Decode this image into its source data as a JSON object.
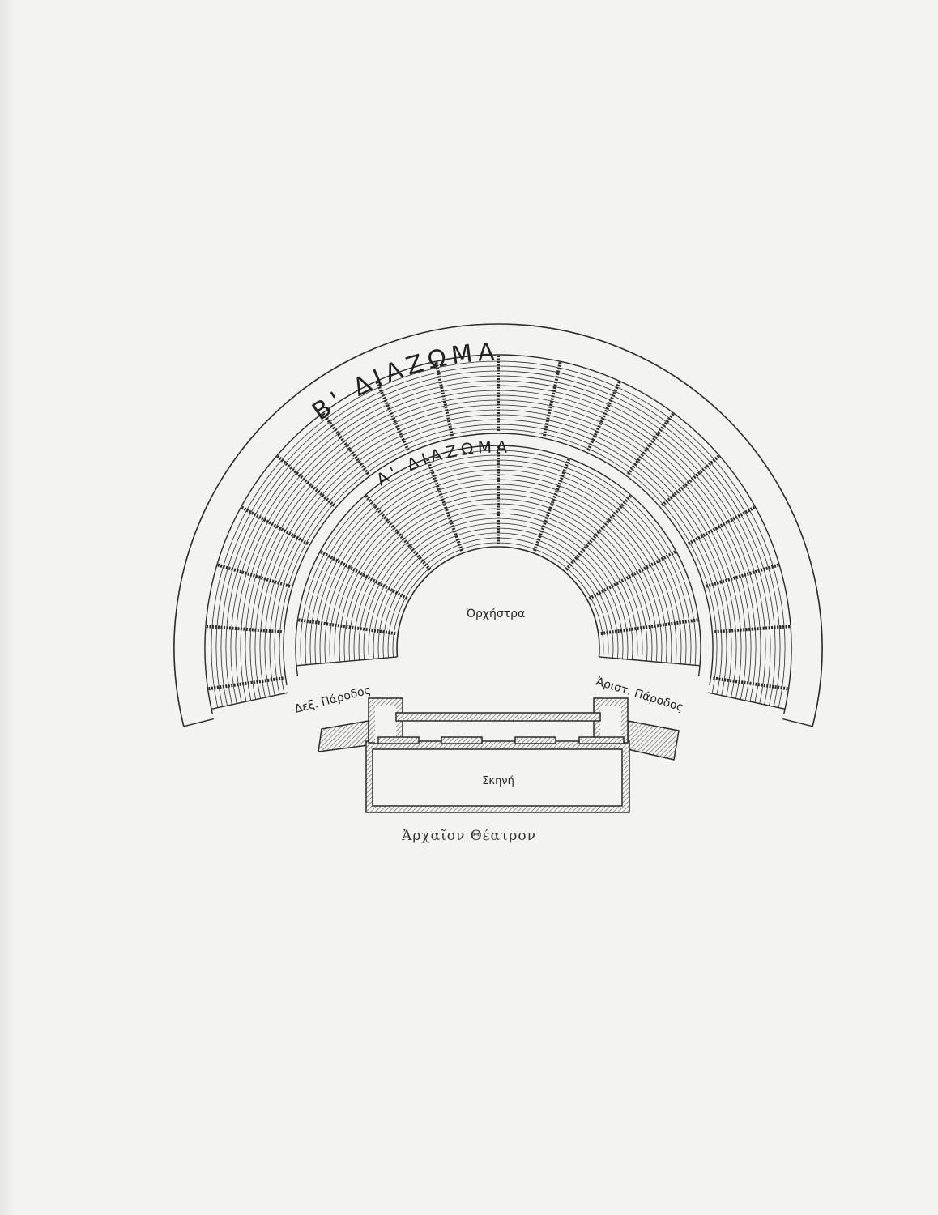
{
  "diagram": {
    "labels": {
      "upper_diazoma": "Β' ΔΙΑΖΩΜΑ",
      "lower_diazoma": "Α' ΔΙΑΖΩΜΑ",
      "orchestra": "Ὀρχήστρα",
      "right_parodos": "Δεξ. Πάροδος",
      "left_parodos": "Ἀριστ. Πάροδος",
      "skene": "Σκηνή"
    },
    "caption": "Ἀρχαῖον Θέατρον",
    "ink_color": "#2a2a2a",
    "paper_color": "#f3f3f1"
  }
}
